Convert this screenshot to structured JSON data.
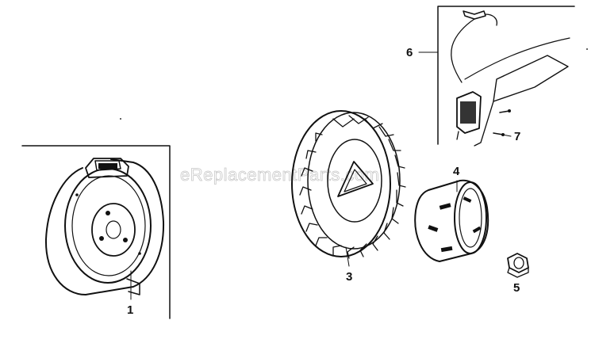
{
  "watermark": "eReplacementParts.com",
  "callouts": {
    "flywheel_housing": "1",
    "flywheel": "3",
    "starter_cup": "4",
    "nut": "5",
    "ignition_coil": "6",
    "screw": "7"
  },
  "colors": {
    "line": "#111111",
    "watermark": "#c8c8c8",
    "background": "#ffffff"
  }
}
